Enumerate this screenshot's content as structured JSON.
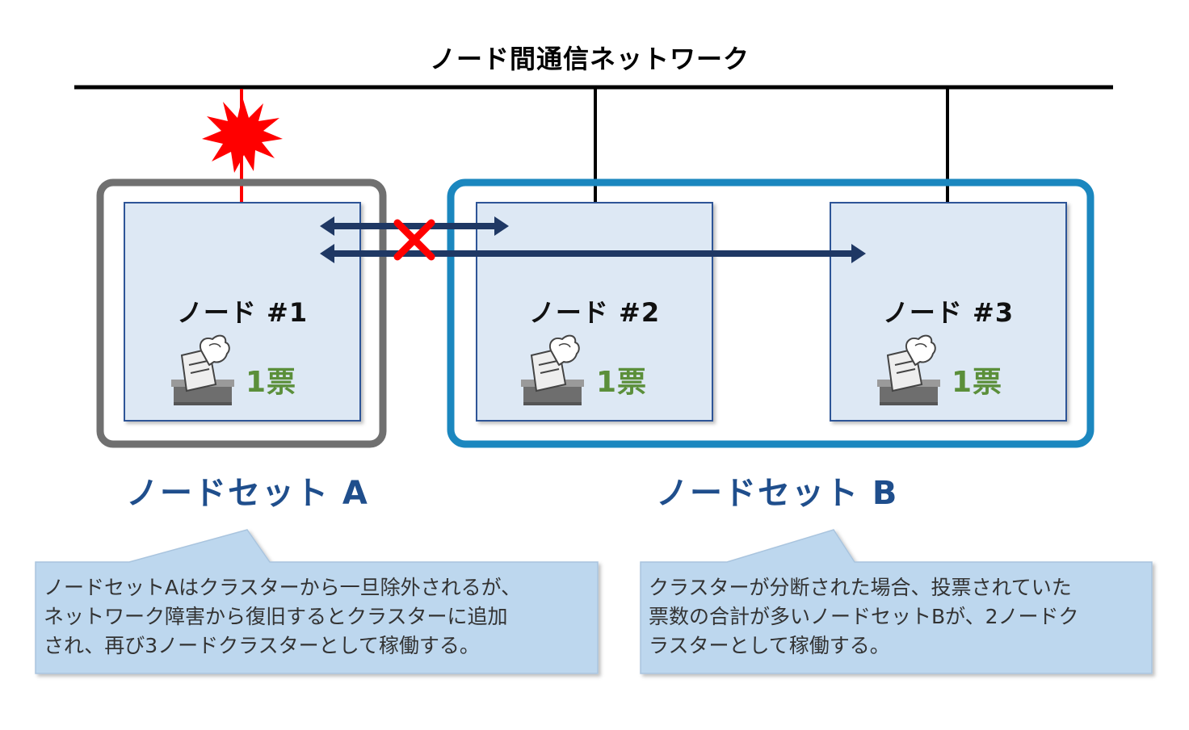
{
  "network": {
    "title": "ノード間通信ネットワーク"
  },
  "nodes": [
    {
      "name": "ノード #1",
      "votes": "1票"
    },
    {
      "name": "ノード #2",
      "votes": "1票"
    },
    {
      "name": "ノード #3",
      "votes": "1票"
    }
  ],
  "node_sets": [
    {
      "label": "ノードセット A",
      "border_color": "#707070"
    },
    {
      "label": "ノードセット B",
      "border_color": "#1b87bf"
    }
  ],
  "callouts": [
    {
      "lines": [
        "ノードセットAはクラスターから一旦除外されるが、",
        "ネットワーク障害から復旧するとクラスターに追加",
        "され、再び3ノードクラスターとして稼働する。"
      ]
    },
    {
      "lines": [
        "クラスターが分断された場合、投票されていた",
        "票数の合計が多いノードセットBが、2ノードク",
        "ラスターとして稼働する。"
      ]
    }
  ],
  "colors": {
    "node_fill": "#dde8f4",
    "node_border": "#2f5597",
    "arrow": "#1f3864",
    "failure": "#ff0000",
    "callout_fill": "#bdd7ee",
    "vote_text": "#5b8f3a"
  },
  "icons": [
    "explosion-icon",
    "ballot-box-icon",
    "cross-mark-icon"
  ]
}
